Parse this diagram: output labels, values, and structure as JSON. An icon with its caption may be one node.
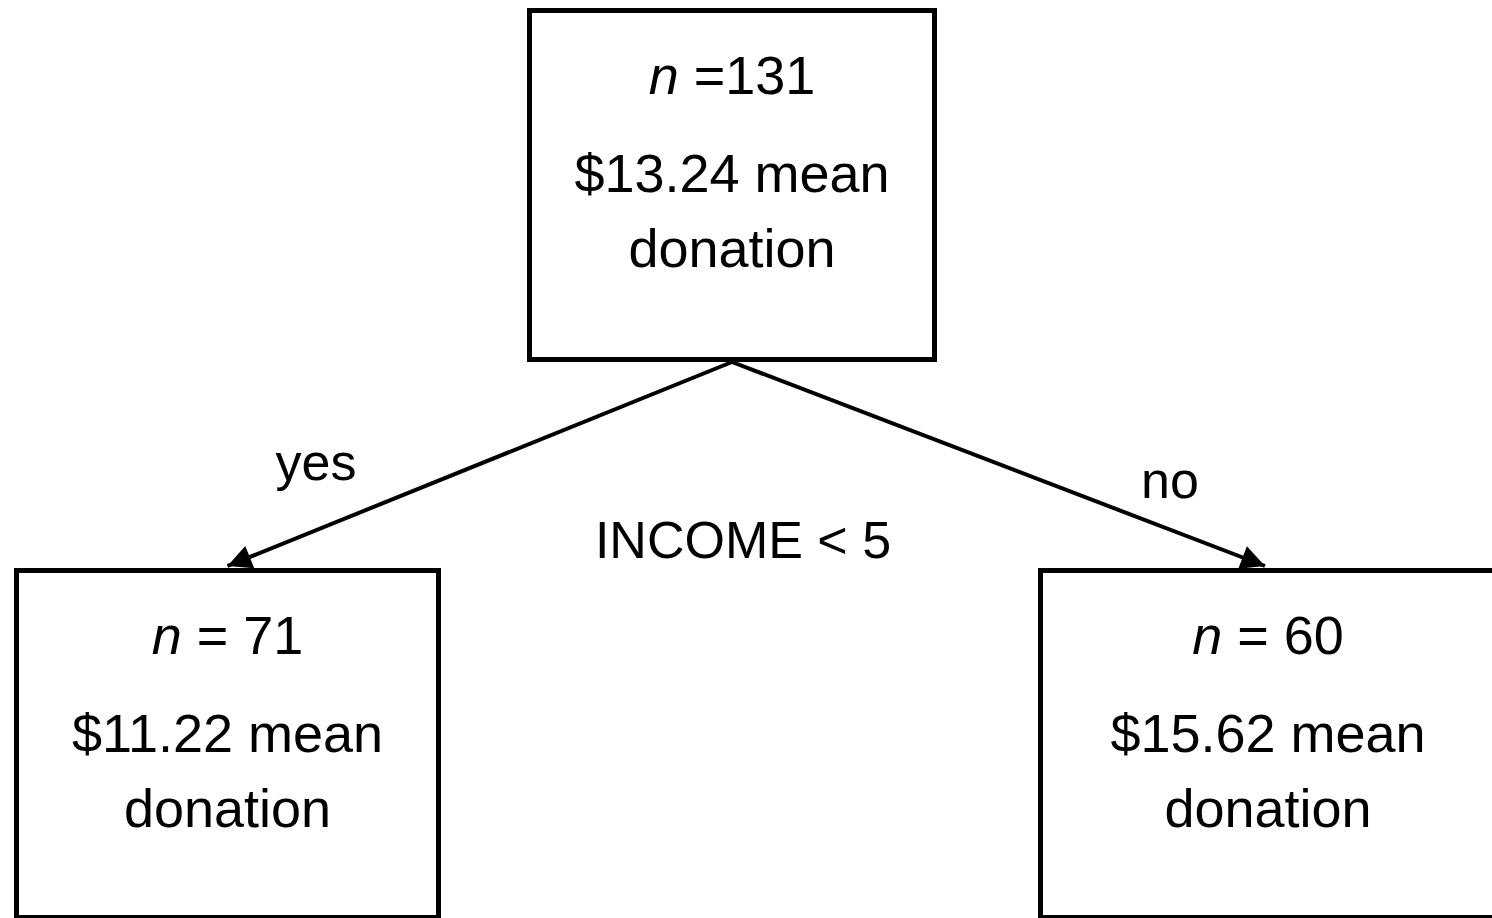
{
  "diagram": {
    "nodes": [
      {
        "text": [
          "*n* =131",
          "$13.24 mean donation"
        ]
      },
      {
        "text": [
          "*n* = 71",
          "$11.22 mean donation"
        ]
      },
      {
        "text": [
          "*n* = 60",
          "$15.62 mean donation"
        ]
      }
    ],
    "edges": [
      {
        "from": 0,
        "to": 1,
        "arrow": "to",
        "label": "yes"
      },
      {
        "from": 0,
        "to": 2,
        "arrow": "to",
        "label": "no"
      }
    ],
    "labels": [
      "INCOME < 5"
    ]
  }
}
